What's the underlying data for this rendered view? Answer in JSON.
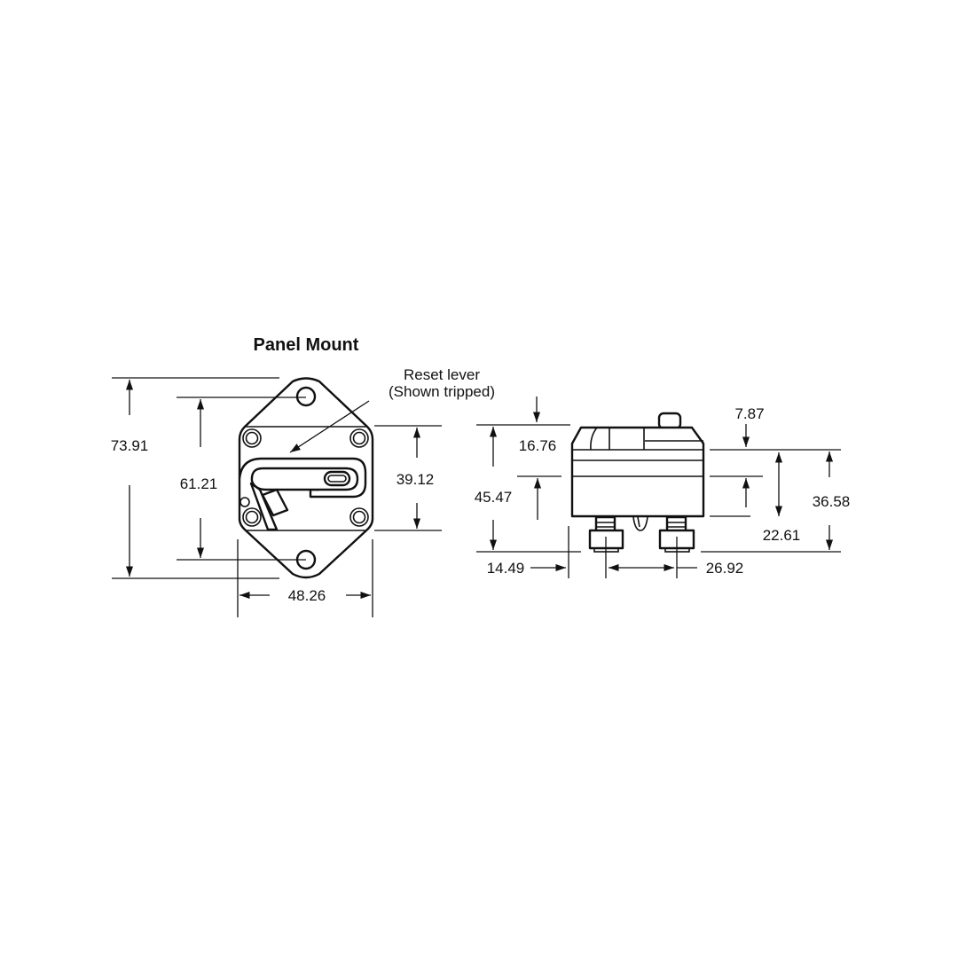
{
  "title": "Panel Mount",
  "callout": {
    "line1": "Reset lever",
    "line2": "(Shown tripped)"
  },
  "front_view": {
    "overall_height": "73.91",
    "hole_spacing": "61.21",
    "body_height": "39.12",
    "width": "48.26"
  },
  "side_view": {
    "top_to_panel": "16.76",
    "overall_depth": "45.47",
    "terminal_offset": "14.49",
    "terminal_spacing": "26.92",
    "button_height": "7.87",
    "body_depth": "22.61",
    "panel_to_terminal": "36.58"
  }
}
